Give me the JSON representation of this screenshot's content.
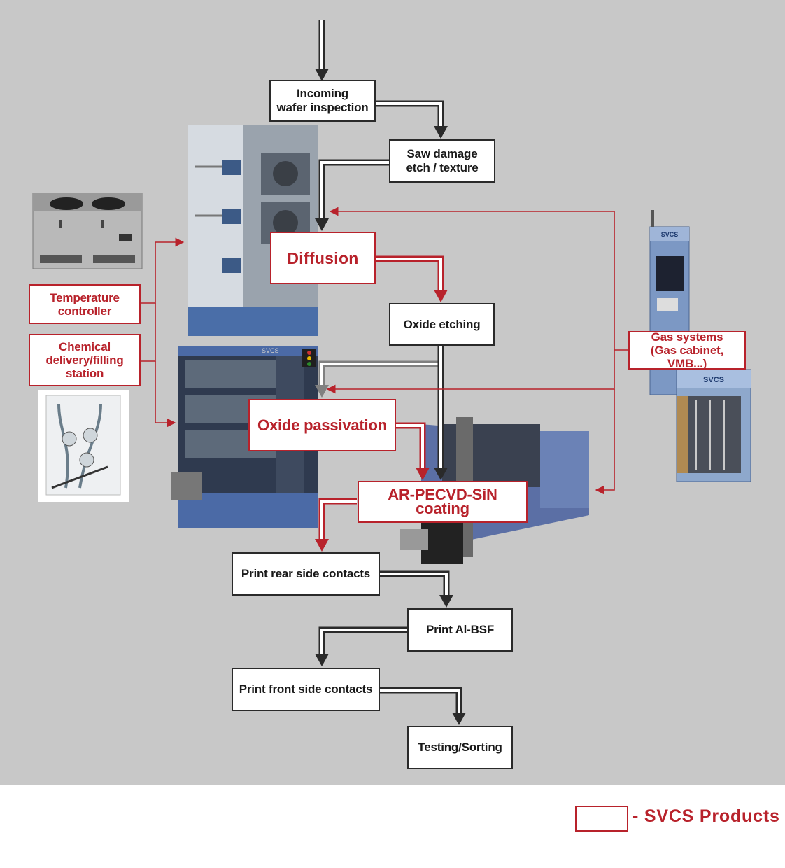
{
  "steps": {
    "incoming": "Incoming\nwafer inspection",
    "saw_damage": "Saw damage\netch / texture",
    "diffusion": "Diffusion",
    "oxide_etching": "Oxide etching",
    "oxide_passivation": "Oxide passivation",
    "ar_pecvd": "AR-PECVD-SiN coating",
    "print_rear": "Print rear side contacts",
    "print_al_bsf": "Print Al-BSF",
    "print_front": "Print front side contacts",
    "testing": "Testing/Sorting"
  },
  "side_products": {
    "temperature_controller": "Temperature\ncontroller",
    "chemical_delivery": "Chemical\ndelivery/filling\nstation",
    "gas_systems": "Gas systems\n(Gas cabinet, VMB...)"
  },
  "legend": {
    "label": "- SVCS Products"
  },
  "brand_marks": [
    "SVCS"
  ],
  "colors": {
    "background": "#c8c8c8",
    "svcs_red": "#b8222b",
    "arrow_dark": "#2a2a2a",
    "arrow_grey": "#808080"
  }
}
